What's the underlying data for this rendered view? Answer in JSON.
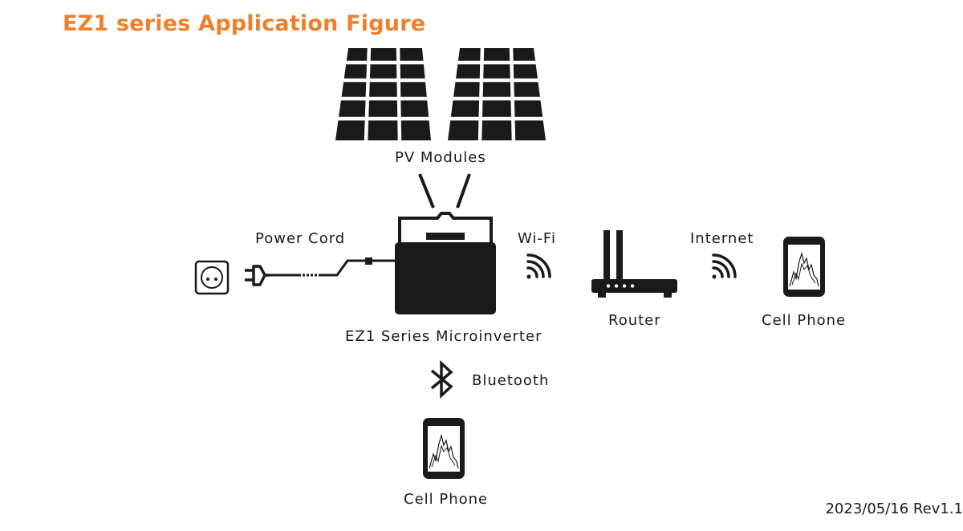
{
  "title": "EZ1 series Application Figure",
  "labels": {
    "pv_modules": "PV Modules",
    "power_cord": "Power Cord",
    "wifi": "Wi-Fi",
    "internet": "Internet",
    "router": "Router",
    "microinverter": "EZ1 Series Microinverter",
    "bluetooth": "Bluetooth",
    "cell_phone_right": "Cell Phone",
    "cell_phone_bottom": "Cell Phone"
  },
  "footer": "2023/05/16 Rev1.1",
  "colors": {
    "title": "#ee7f2d",
    "icons": "#1a1a1a"
  },
  "icons": [
    "pv-panel-icon",
    "wall-socket-icon",
    "plug-icon",
    "microinverter-icon",
    "wifi-icon",
    "router-icon",
    "cell-phone-icon",
    "bluetooth-icon"
  ]
}
